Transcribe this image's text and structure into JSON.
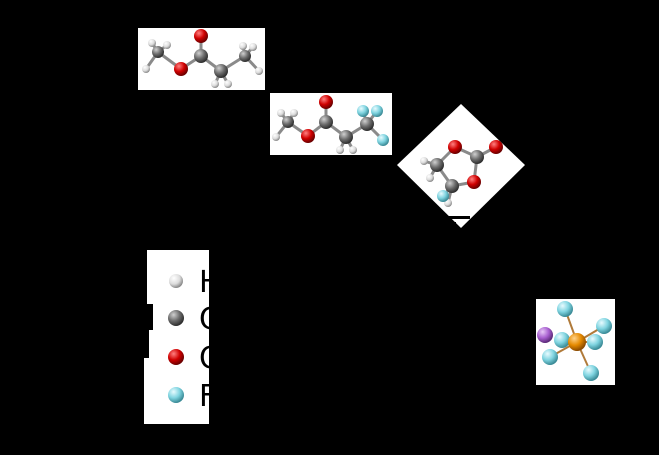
{
  "background_color": "#000000",
  "atom_colors": {
    "H": "#e6e6e6",
    "C": "#707070",
    "O": "#d10000",
    "F": "#7fd4e0",
    "P": "#e58a00",
    "Li": "#a85fd0"
  },
  "legend": {
    "items": [
      {
        "element": "H",
        "label": "H"
      },
      {
        "element": "C",
        "label": "C"
      },
      {
        "element": "O",
        "label": "O"
      },
      {
        "element": "F",
        "label": "F"
      }
    ]
  },
  "molecules": [
    {
      "name": "methyl-propionate",
      "icon": "ball-and-stick-molecule"
    },
    {
      "name": "methyl-trifluoropropionate",
      "icon": "ball-and-stick-molecule"
    },
    {
      "name": "fluoroethylene-carbonate",
      "icon": "ball-and-stick-molecule"
    },
    {
      "name": "lithium-hexafluorophosphate",
      "icon": "ball-and-stick-molecule"
    }
  ]
}
